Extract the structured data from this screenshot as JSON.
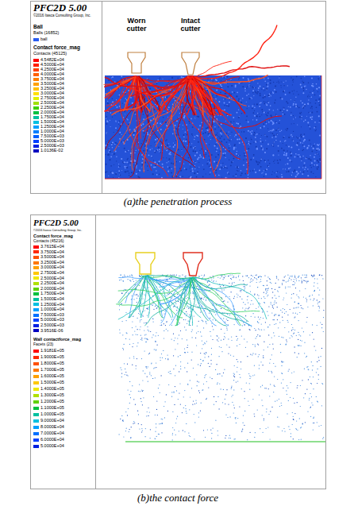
{
  "diagram": {
    "labels": [
      "PFC2D 5.00",
      "©2016 Itasca Consulting Group, Inc.",
      "Ball",
      "Balls (16852)",
      "Contact force_mag",
      "Contacts (45125)",
      "Worn cutter",
      "Intact cutter",
      "(a)the penetration process",
      "PFC2D 5.00",
      "©2016 Itasca Consulting Group, Inc.",
      "Contact force_mag",
      "Contacts (45216)",
      "Wall contactforce_mag",
      "Facets (23)",
      "(b)the contact force"
    ],
    "legend": [
      {
        "text": "ball",
        "color": "#2a5cf0"
      },
      {
        "text": "4.5482E+04",
        "color": "#ff0000"
      },
      {
        "text": "4.5000E+04",
        "color": "#ff2000"
      },
      {
        "text": "4.2500E+04",
        "color": "#ff4000"
      },
      {
        "text": "4.0000E+04",
        "color": "#ff6000"
      },
      {
        "text": "3.7500E+04",
        "color": "#ff8000"
      },
      {
        "text": "3.5000E+04",
        "color": "#ffa000"
      },
      {
        "text": "3.2500E+04",
        "color": "#ffc000"
      },
      {
        "text": "3.0000E+04",
        "color": "#ffe000"
      },
      {
        "text": "2.7500E+04",
        "color": "#e0f000"
      },
      {
        "text": "2.5000E+04",
        "color": "#a0e000"
      },
      {
        "text": "2.2500E+04",
        "color": "#40d000"
      },
      {
        "text": "2.0000E+04",
        "color": "#00c040"
      },
      {
        "text": "1.7500E+04",
        "color": "#00c0a0"
      },
      {
        "text": "1.5000E+04",
        "color": "#00c0e0"
      },
      {
        "text": "1.2500E+04",
        "color": "#00a0ff"
      },
      {
        "text": "1.0000E+04",
        "color": "#0080ff"
      },
      {
        "text": "7.5000E+03",
        "color": "#0060ff"
      },
      {
        "text": "5.0000E+03",
        "color": "#0040ff"
      },
      {
        "text": "2.5000E+03",
        "color": "#0020e0"
      },
      {
        "text": "1.0136E-02",
        "color": "#0000c0"
      },
      {
        "text": "3.7615E+04",
        "color": "#ff0000"
      },
      {
        "text": "3.7500E+04",
        "color": "#ff2800"
      },
      {
        "text": "3.5000E+04",
        "color": "#ff5000"
      },
      {
        "text": "3.2500E+04",
        "color": "#ff7800"
      },
      {
        "text": "3.0000E+04",
        "color": "#ffa000"
      },
      {
        "text": "2.7500E+04",
        "color": "#ffc800"
      },
      {
        "text": "2.5000E+04",
        "color": "#f0e800"
      },
      {
        "text": "2.2500E+04",
        "color": "#b0e000"
      },
      {
        "text": "2.0000E+04",
        "color": "#60d000"
      },
      {
        "text": "1.7500E+04",
        "color": "#00c040"
      },
      {
        "text": "1.5000E+04",
        "color": "#00c0a0"
      },
      {
        "text": "1.2500E+04",
        "color": "#00c0e0"
      },
      {
        "text": "1.0000E+04",
        "color": "#00a0ff"
      },
      {
        "text": "7.5000E+03",
        "color": "#0070ff"
      },
      {
        "text": "5.0000E+03",
        "color": "#0040ff"
      },
      {
        "text": "2.5000E+03",
        "color": "#0020e0"
      },
      {
        "text": "3.9516E-06",
        "color": "#0000c0"
      },
      {
        "text": "1.9181E+05",
        "color": "#ff0000"
      },
      {
        "text": "1.9000E+05",
        "color": "#ff2800"
      },
      {
        "text": "1.8000E+05",
        "color": "#ff5000"
      },
      {
        "text": "1.7000E+05",
        "color": "#ff7800"
      },
      {
        "text": "1.6000E+05",
        "color": "#ffa000"
      },
      {
        "text": "1.5000E+05",
        "color": "#ffc800"
      },
      {
        "text": "1.4000E+05",
        "color": "#f0e800"
      },
      {
        "text": "1.3000E+05",
        "color": "#b0e000"
      },
      {
        "text": "1.2000E+05",
        "color": "#60d000"
      },
      {
        "text": "1.1000E+05",
        "color": "#00c040"
      },
      {
        "text": "1.0000E+05",
        "color": "#00c0a0"
      },
      {
        "text": "9.0000E+04",
        "color": "#00c0e0"
      },
      {
        "text": "8.0000E+04",
        "color": "#00a0ff"
      },
      {
        "text": "7.0000E+04",
        "color": "#0070ff"
      },
      {
        "text": "6.0000E+04",
        "color": "#0040ff"
      },
      {
        "text": "5.0000E+04",
        "color": "#0020e0"
      }
    ]
  }
}
